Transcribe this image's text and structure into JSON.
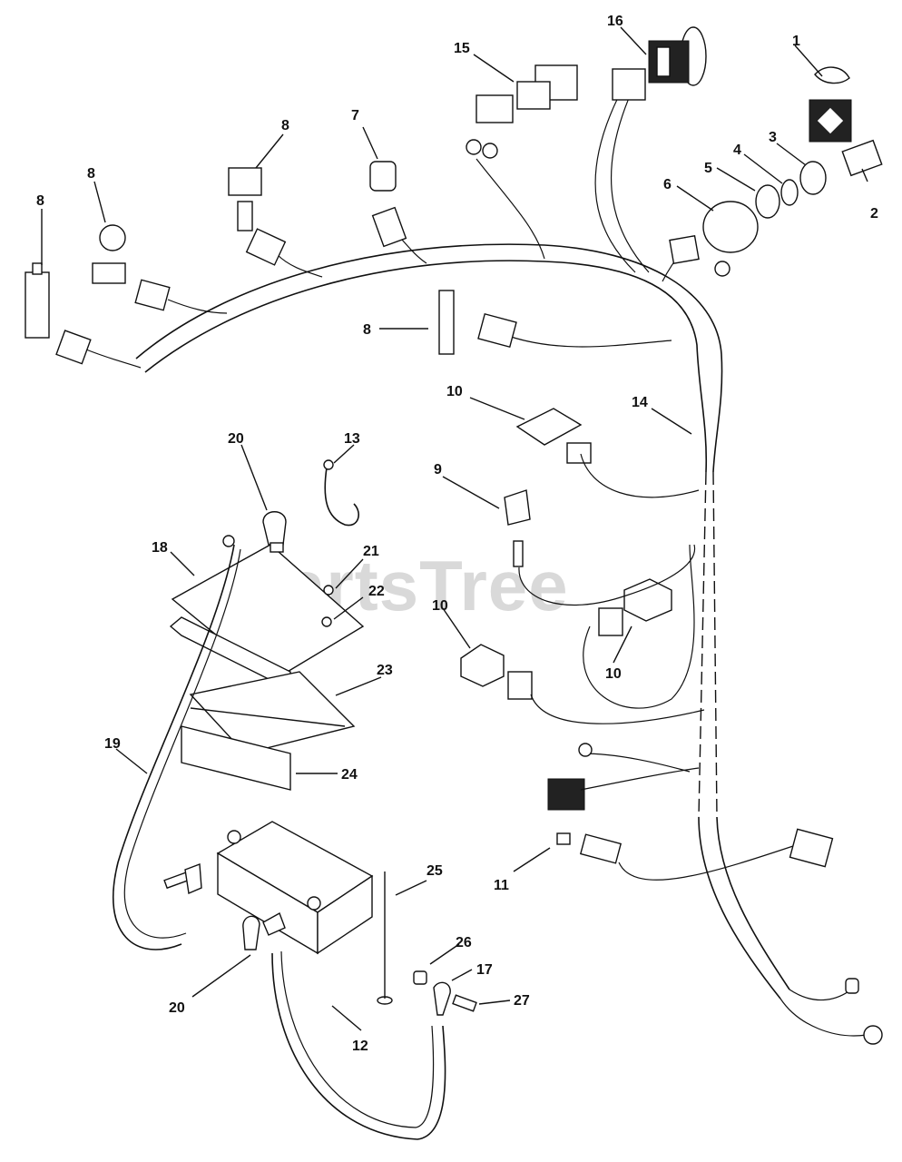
{
  "watermark": "PartsTree",
  "callouts": [
    {
      "id": "c1",
      "text": "1"
    },
    {
      "id": "c2",
      "text": "2"
    },
    {
      "id": "c3",
      "text": "3"
    },
    {
      "id": "c4",
      "text": "4"
    },
    {
      "id": "c5",
      "text": "5"
    },
    {
      "id": "c6",
      "text": "6"
    },
    {
      "id": "c7",
      "text": "7"
    },
    {
      "id": "c8a",
      "text": "8"
    },
    {
      "id": "c8b",
      "text": "8"
    },
    {
      "id": "c8c",
      "text": "8"
    },
    {
      "id": "c8d",
      "text": "8"
    },
    {
      "id": "c9",
      "text": "9"
    },
    {
      "id": "c10a",
      "text": "10"
    },
    {
      "id": "c10b",
      "text": "10"
    },
    {
      "id": "c10c",
      "text": "10"
    },
    {
      "id": "c11",
      "text": "11"
    },
    {
      "id": "c12",
      "text": "12"
    },
    {
      "id": "c13",
      "text": "13"
    },
    {
      "id": "c14",
      "text": "14"
    },
    {
      "id": "c15",
      "text": "15"
    },
    {
      "id": "c16",
      "text": "16"
    },
    {
      "id": "c17",
      "text": "17"
    },
    {
      "id": "c18",
      "text": "18"
    },
    {
      "id": "c19",
      "text": "19"
    },
    {
      "id": "c20a",
      "text": "20"
    },
    {
      "id": "c20b",
      "text": "20"
    },
    {
      "id": "c21",
      "text": "21"
    },
    {
      "id": "c22",
      "text": "22"
    },
    {
      "id": "c23",
      "text": "23"
    },
    {
      "id": "c24",
      "text": "24"
    },
    {
      "id": "c25",
      "text": "25"
    },
    {
      "id": "c26",
      "text": "26"
    },
    {
      "id": "c27",
      "text": "27"
    }
  ]
}
